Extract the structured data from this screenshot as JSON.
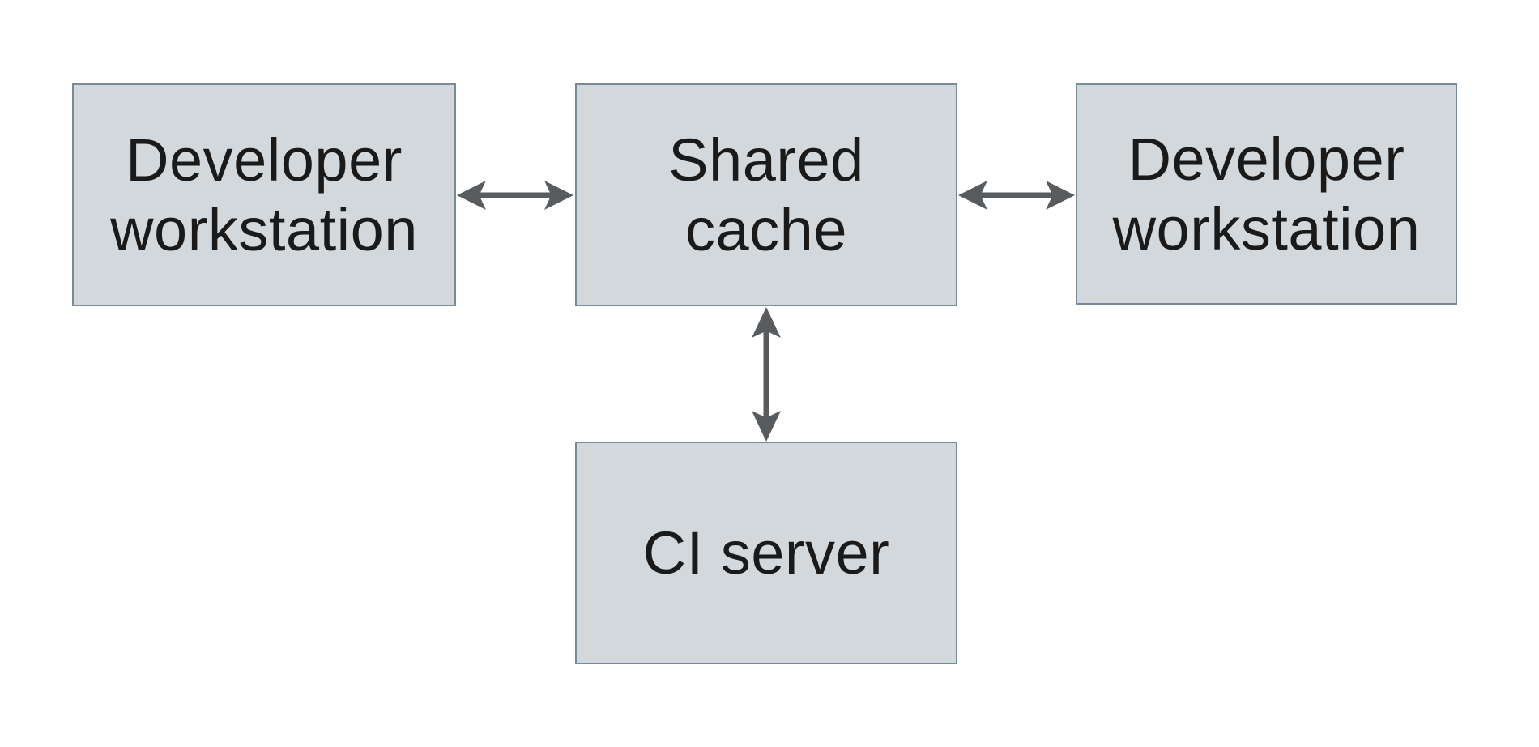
{
  "diagram": {
    "type": "architecture-diagram",
    "background": "#ffffff",
    "nodes": {
      "workstation_left": {
        "label": "Developer\nworkstation"
      },
      "shared_cache": {
        "label": "Shared\ncache"
      },
      "workstation_right": {
        "label": "Developer\nworkstation"
      },
      "ci_server": {
        "label": "CI server"
      }
    },
    "edges": [
      {
        "from": "workstation_left",
        "to": "shared_cache",
        "direction": "bidirectional",
        "orientation": "horizontal"
      },
      {
        "from": "shared_cache",
        "to": "workstation_right",
        "direction": "bidirectional",
        "orientation": "horizontal"
      },
      {
        "from": "shared_cache",
        "to": "ci_server",
        "direction": "bidirectional",
        "orientation": "vertical"
      }
    ],
    "colors": {
      "node_fill": "#d2d8db",
      "node_border": "#778c96",
      "arrow": "#595c5e",
      "text": "#1a1a1a"
    }
  }
}
